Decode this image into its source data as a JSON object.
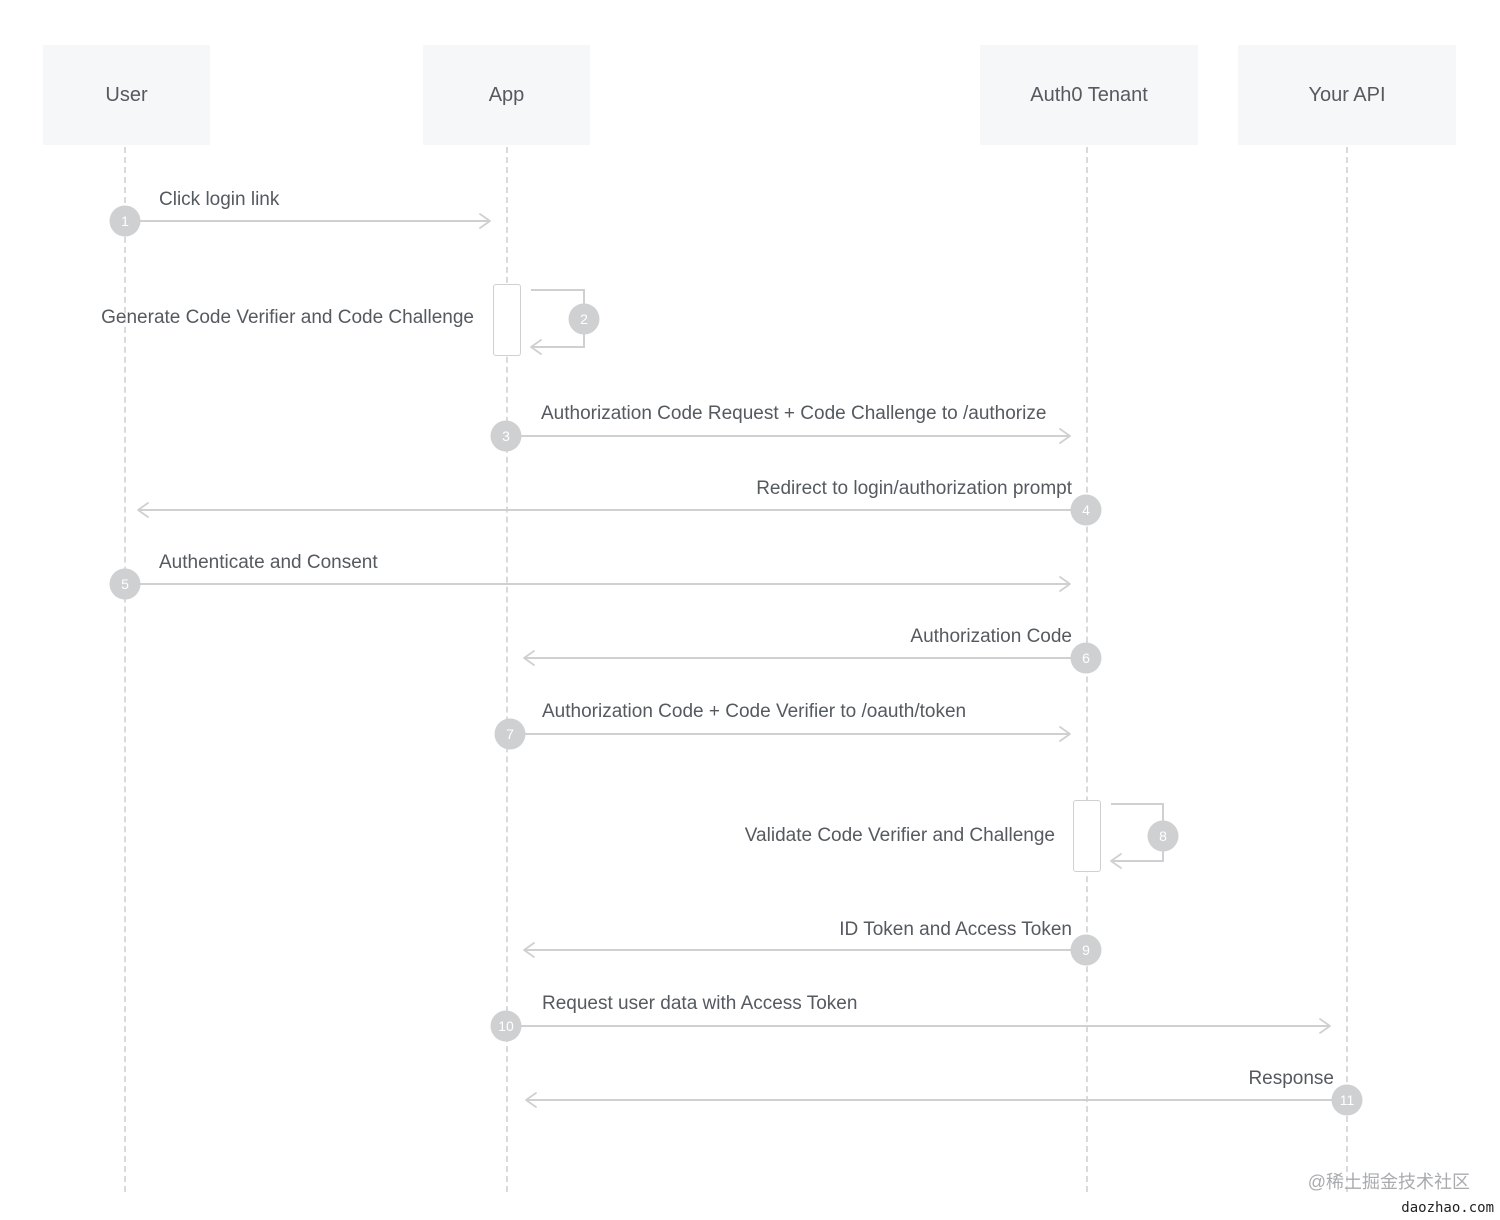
{
  "actors": [
    {
      "id": "user",
      "label": "User"
    },
    {
      "id": "app",
      "label": "App"
    },
    {
      "id": "tenant",
      "label": "Auth0 Tenant"
    },
    {
      "id": "api",
      "label": "Your API"
    }
  ],
  "messages": [
    {
      "step": "1",
      "label": "Click login link",
      "from": "user",
      "to": "app",
      "kind": "arrow"
    },
    {
      "step": "2",
      "label": "Generate Code Verifier and Code Challenge",
      "from": "app",
      "to": "app",
      "kind": "self"
    },
    {
      "step": "3",
      "label": "Authorization Code Request + Code Challenge to /authorize",
      "from": "app",
      "to": "tenant",
      "kind": "arrow"
    },
    {
      "step": "4",
      "label": "Redirect to login/authorization prompt",
      "from": "tenant",
      "to": "user",
      "kind": "arrow"
    },
    {
      "step": "5",
      "label": "Authenticate and Consent",
      "from": "user",
      "to": "tenant",
      "kind": "arrow"
    },
    {
      "step": "6",
      "label": "Authorization Code",
      "from": "tenant",
      "to": "app",
      "kind": "arrow"
    },
    {
      "step": "7",
      "label": "Authorization Code + Code Verifier to /oauth/token",
      "from": "app",
      "to": "tenant",
      "kind": "arrow"
    },
    {
      "step": "8",
      "label": "Validate Code Verifier and Challenge",
      "from": "tenant",
      "to": "tenant",
      "kind": "self"
    },
    {
      "step": "9",
      "label": "ID Token and Access Token",
      "from": "tenant",
      "to": "app",
      "kind": "arrow"
    },
    {
      "step": "10",
      "label": "Request user data with Access Token",
      "from": "app",
      "to": "api",
      "kind": "arrow"
    },
    {
      "step": "11",
      "label": "Response",
      "from": "api",
      "to": "app",
      "kind": "arrow"
    }
  ],
  "watermark": "@稀土掘金技术社区",
  "site_mark": "daozhao.com",
  "colors": {
    "line": "#cfd0d2",
    "badge": "#cfd0d2",
    "badge_text": "#ffffff",
    "text": "#555a60",
    "actor_bg": "#f6f7f8"
  }
}
